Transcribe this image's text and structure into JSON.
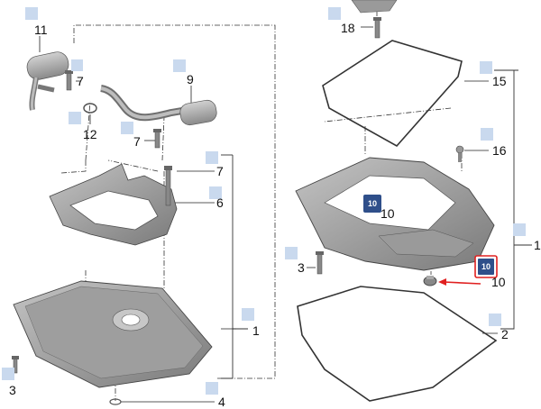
{
  "diagram": {
    "labels": {
      "p1_left": "1",
      "p1_right": "1",
      "p2": "2",
      "p3_left": "3",
      "p3_right": "3",
      "p4": "4",
      "p6": "6",
      "p7_a": "7",
      "p7_b": "7",
      "p7_c": "7",
      "p9": "9",
      "p10_a": "10",
      "p10_b": "10",
      "p11": "11",
      "p12": "12",
      "p15": "15",
      "p16": "16",
      "p18": "18"
    },
    "badges": {
      "b10_a": "10",
      "b10_b": "10"
    },
    "colors": {
      "badge": "#2f4f8a",
      "badge_highlight_border": "#e02020",
      "arrow": "#e02020",
      "marker": "#c9d9ee",
      "part_fill": "#a9a9a9",
      "part_dark": "#6b6b6b"
    }
  }
}
